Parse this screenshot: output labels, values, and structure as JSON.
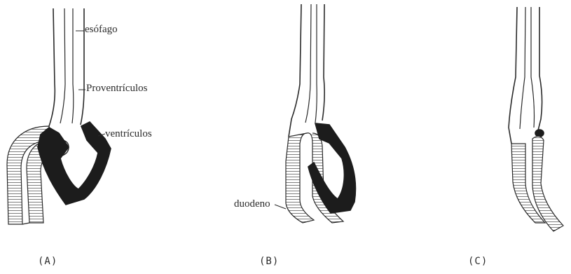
{
  "labels": {
    "esophagus": "esófago",
    "proventriculus": "Proventrículos",
    "ventriculus": "ventrículos",
    "duodenum": "duodeno"
  },
  "captions": {
    "a": "(A)",
    "b": "(B)",
    "c": "(C)"
  },
  "colors": {
    "ink": "#2a2a2a",
    "dark_tissue": "#1c1c1c"
  }
}
